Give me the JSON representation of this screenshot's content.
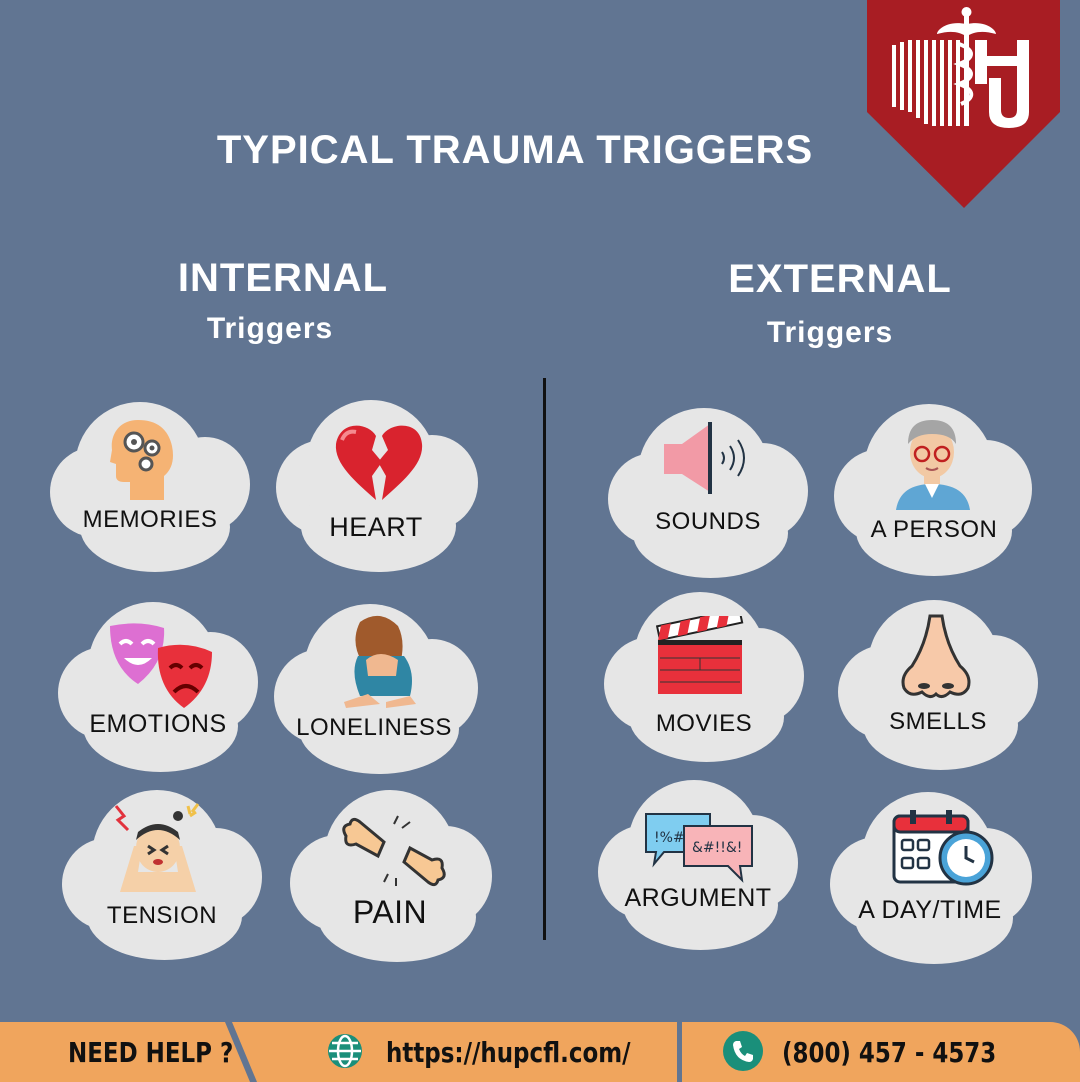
{
  "title": "TYPICAL TRAUMA TRIGGERS",
  "internal": {
    "heading": "INTERNAL",
    "subheading": "Triggers",
    "items": [
      {
        "label": "MEMORIES",
        "icon": "head-gears-icon"
      },
      {
        "label": "HEART",
        "icon": "broken-heart-icon"
      },
      {
        "label": "EMOTIONS",
        "icon": "theater-masks-icon"
      },
      {
        "label": "LONELINESS",
        "icon": "crying-woman-icon"
      },
      {
        "label": "TENSION",
        "icon": "stressed-man-icon"
      },
      {
        "label": "PAIN",
        "icon": "broken-bone-icon"
      }
    ]
  },
  "external": {
    "heading": "EXTERNAL",
    "subheading": "Triggers",
    "items": [
      {
        "label": "SOUNDS",
        "icon": "speaker-icon"
      },
      {
        "label": "A PERSON",
        "icon": "old-person-icon"
      },
      {
        "label": "MOVIES",
        "icon": "clapperboard-icon"
      },
      {
        "label": "SMELLS",
        "icon": "nose-icon"
      },
      {
        "label": "ARGUMENT",
        "icon": "speech-bubbles-icon"
      },
      {
        "label": "A DAY/TIME",
        "icon": "calendar-clock-icon"
      }
    ],
    "argument_bubbles": [
      "!%#",
      "&#!!&!"
    ]
  },
  "footer": {
    "help": "NEED HELP ?",
    "url": "https://hupcfl.com/",
    "phone": "(800) 457 - 4573"
  },
  "colors": {
    "background": "#617592",
    "logo": "#a81d23",
    "footer": "#f0a55d",
    "cloud": "#e6e6e6"
  }
}
